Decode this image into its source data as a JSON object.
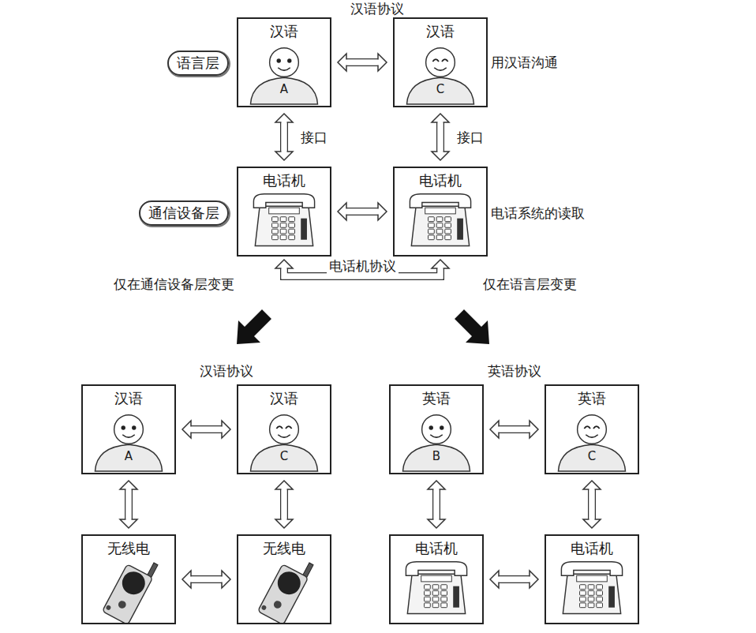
{
  "diagram": {
    "nodes": [
      {
        "text": [
          "语言层"
        ]
      },
      {
        "text": [
          "汉语",
          "A"
        ]
      },
      {
        "text": [
          "汉语",
          "C"
        ]
      },
      {
        "text": [
          "通信设备层"
        ]
      },
      {
        "text": [
          "电话机"
        ]
      },
      {
        "text": [
          "电话机"
        ]
      },
      {
        "text": [
          "汉语",
          "A"
        ]
      },
      {
        "text": [
          "汉语",
          "C"
        ]
      },
      {
        "text": [
          "无线电"
        ]
      },
      {
        "text": [
          "无线电"
        ]
      },
      {
        "text": [
          "英语",
          "B"
        ]
      },
      {
        "text": [
          "英语",
          "C"
        ]
      },
      {
        "text": [
          "电话机"
        ]
      },
      {
        "text": [
          "电话机"
        ]
      }
    ],
    "edges": [
      {
        "from": 1,
        "to": 2,
        "arrow": "both"
      },
      {
        "from": 1,
        "to": 4,
        "label": "接口",
        "arrow": "both"
      },
      {
        "from": 2,
        "to": 5,
        "label": "接口",
        "arrow": "both"
      },
      {
        "from": 4,
        "to": 5,
        "arrow": "both"
      },
      {
        "from": 4,
        "to": 5,
        "label": "电话机协议",
        "arrow": "both"
      },
      {
        "from": 6,
        "to": 7,
        "arrow": "both"
      },
      {
        "from": 6,
        "to": 8,
        "arrow": "both"
      },
      {
        "from": 7,
        "to": 9,
        "arrow": "both"
      },
      {
        "from": 8,
        "to": 9,
        "arrow": "both"
      },
      {
        "from": 10,
        "to": 11,
        "arrow": "both"
      },
      {
        "from": 10,
        "to": 12,
        "arrow": "both"
      },
      {
        "from": 11,
        "to": 13,
        "arrow": "both"
      },
      {
        "from": 12,
        "to": 13,
        "arrow": "both"
      }
    ],
    "labels": [
      "汉语协议",
      "用汉语沟通",
      "电话系统的读取",
      "仅在通信设备层变更",
      "仅在语言层变更",
      "汉语协议",
      "英语协议"
    ]
  }
}
